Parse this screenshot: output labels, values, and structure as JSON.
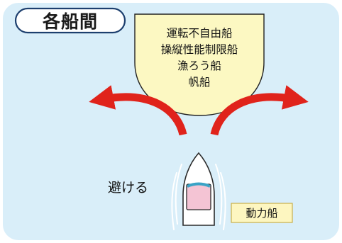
{
  "title": "各船間",
  "priority_vessels": [
    "運転不自由船",
    "操縦性能制限船",
    "漁ろう船",
    "帆船"
  ],
  "avoid_label": "避ける",
  "vessel_label": "動力船",
  "colors": {
    "background": "#d9eef9",
    "frame": "#ffffff",
    "title_border": "#1d3f6e",
    "priority_fill": "#fcf8c2",
    "arrow": "#e0231b",
    "label_fill": "#fdf6c0",
    "label_border": "#c9b04a",
    "boat_hull": "#ffffff",
    "boat_cabin": "#f4c4d4",
    "boat_stripe": "#3aa3c6"
  },
  "icons": [
    "arrow-curve-left-icon",
    "arrow-curve-right-icon",
    "power-boat-icon",
    "wake-lines-icon"
  ]
}
